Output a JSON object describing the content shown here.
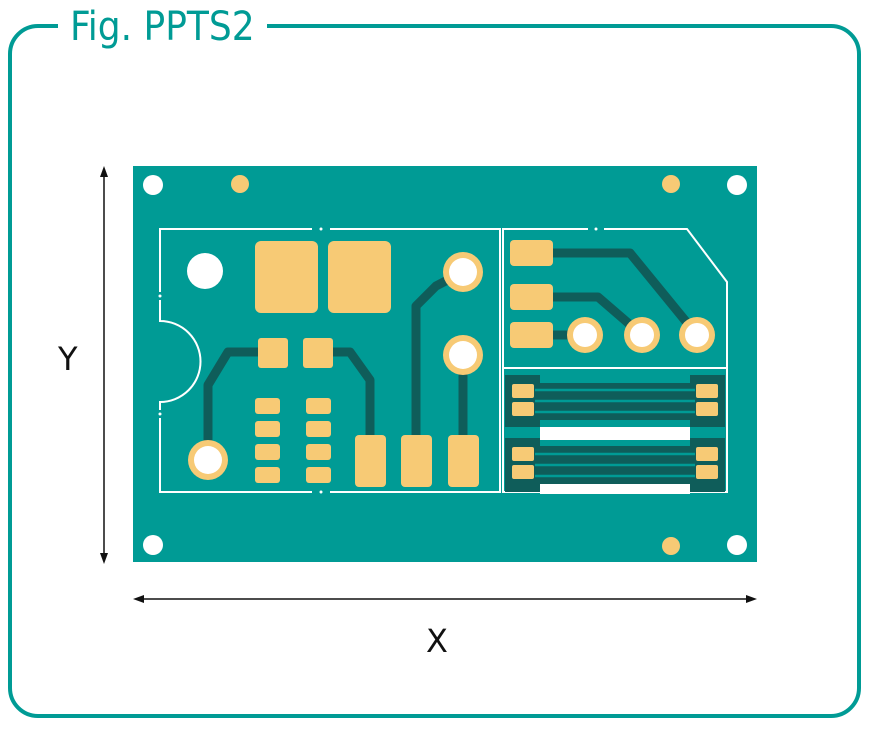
{
  "figure": {
    "title": "Fig. PPTS2",
    "x_label": "X",
    "y_label": "Y"
  },
  "colors": {
    "frame": "#009b95",
    "board": "#009b95",
    "trace": "#0f5d5a",
    "pad": "#f7ca75",
    "outline": "#ffffff",
    "dimension": "#111111"
  }
}
